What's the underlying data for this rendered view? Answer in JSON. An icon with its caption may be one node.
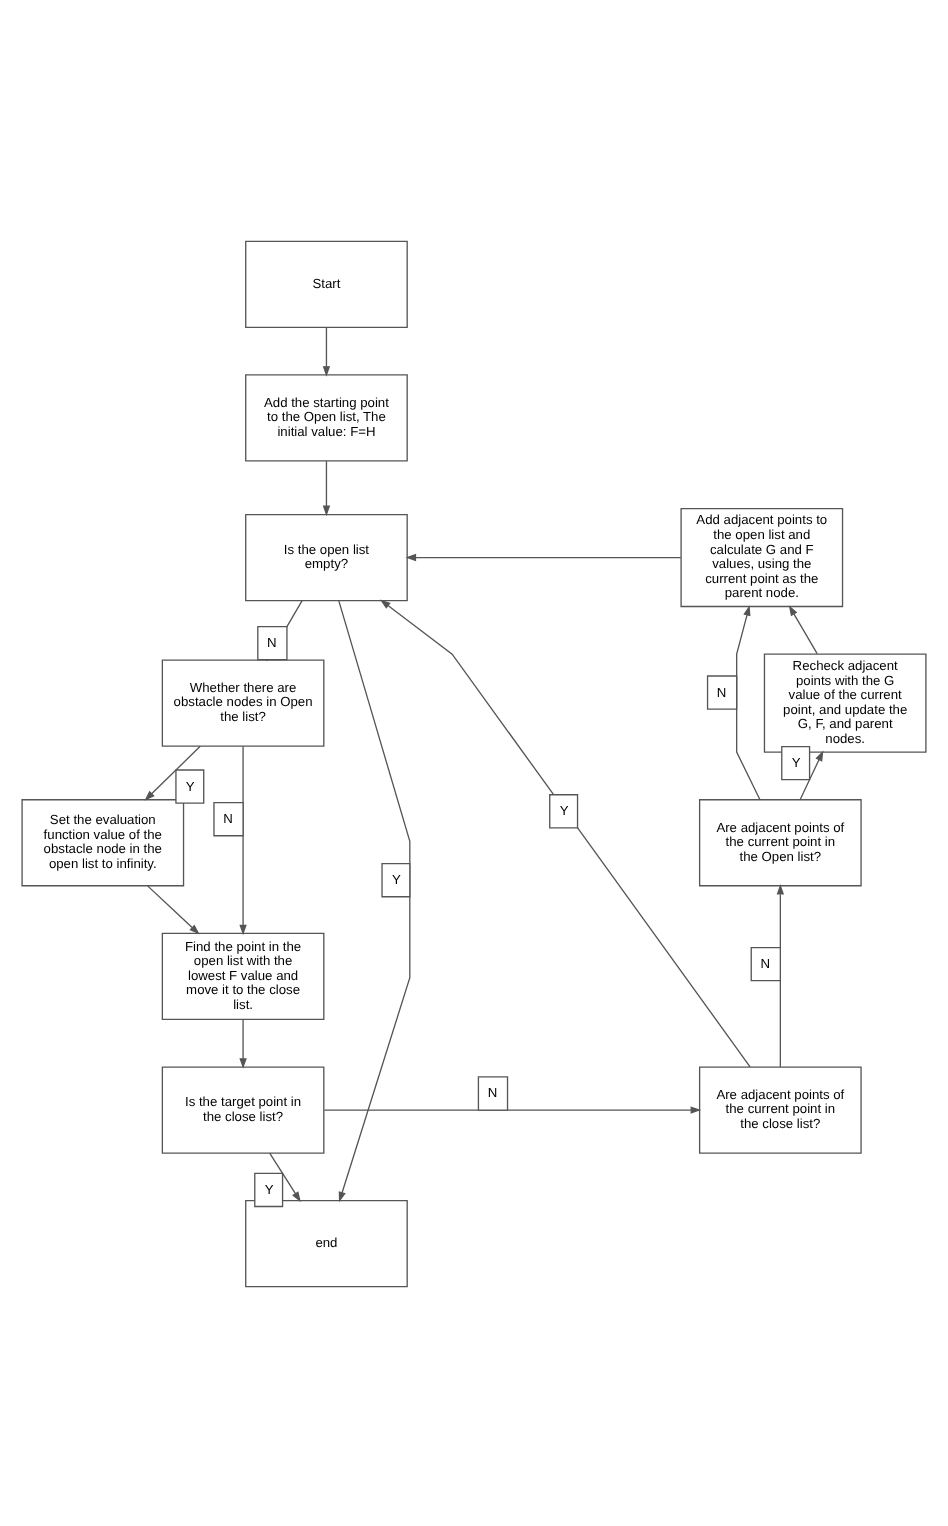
{
  "diagram": {
    "nodes": [
      {
        "text": [
          "Start"
        ]
      },
      {
        "text": [
          "Add the starting point to the Open list, The initial value: F=H"
        ]
      },
      {
        "text": [
          "Is the open list empty?"
        ]
      },
      {
        "text": [
          "Whether there are obstacle nodes in Open the list?"
        ]
      },
      {
        "text": [
          "Set the evaluation function value of the obstacle node in the open list to infinity."
        ]
      },
      {
        "text": [
          "Find the point in the open list with the lowest F value and move it to the close list."
        ]
      },
      {
        "text": [
          "Is the target point in the close list?"
        ]
      },
      {
        "text": [
          "end"
        ]
      },
      {
        "text": [
          "Are adjacent points of the current point in the close list?"
        ]
      },
      {
        "text": [
          "Are adjacent points of the current point in the Open list?"
        ]
      },
      {
        "text": [
          "Recheck adjacent points with the G value of the current point, and update the G, F, and parent nodes."
        ]
      },
      {
        "text": [
          "Add adjacent points to the open list and calculate G and F values, using the current point as the parent node."
        ]
      }
    ],
    "edges": [
      {
        "from": 0,
        "to": 1,
        "arrow": "to"
      },
      {
        "from": 1,
        "to": 2,
        "arrow": "to"
      },
      {
        "from": 2,
        "to": 3,
        "arrow": "to",
        "label": "N"
      },
      {
        "from": 3,
        "to": 4,
        "arrow": "to",
        "label": "Y"
      },
      {
        "from": 3,
        "to": 5,
        "arrow": "to",
        "label": "N"
      },
      {
        "from": 4,
        "to": 5,
        "arrow": "to"
      },
      {
        "from": 5,
        "to": 6,
        "arrow": "to"
      },
      {
        "from": 6,
        "to": 7,
        "arrow": "to",
        "label": "Y"
      },
      {
        "from": 2,
        "to": 7,
        "arrow": "to",
        "label": "Y"
      },
      {
        "from": 6,
        "to": 8,
        "arrow": "to",
        "label": "N"
      },
      {
        "from": 8,
        "to": 2,
        "arrow": "to",
        "label": "Y"
      },
      {
        "from": 8,
        "to": 9,
        "arrow": "to",
        "label": "N"
      },
      {
        "from": 9,
        "to": 10,
        "arrow": "to",
        "label": "Y"
      },
      {
        "from": 9,
        "to": 11,
        "arrow": "to",
        "label": "N"
      },
      {
        "from": 10,
        "to": 11,
        "arrow": "to"
      },
      {
        "from": 11,
        "to": 2,
        "arrow": "to"
      }
    ]
  }
}
